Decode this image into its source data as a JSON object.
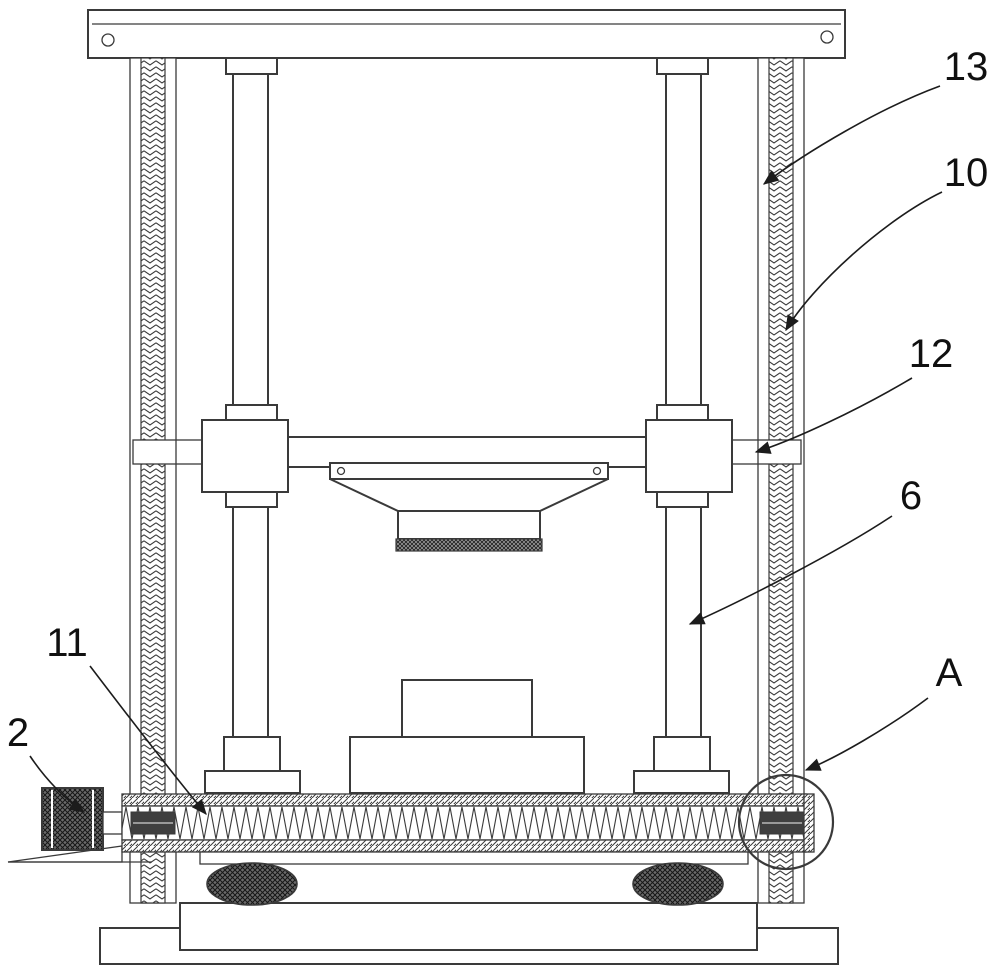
{
  "figure": {
    "colors": {
      "line": "#3a3a3a",
      "paper": "#ffffff",
      "dark": "#3f3f3f"
    },
    "ref_labels": {
      "n13": "13",
      "n10": "10",
      "n12": "12",
      "n6": "6",
      "nA": "A",
      "n11": "11",
      "n2": "2"
    }
  }
}
